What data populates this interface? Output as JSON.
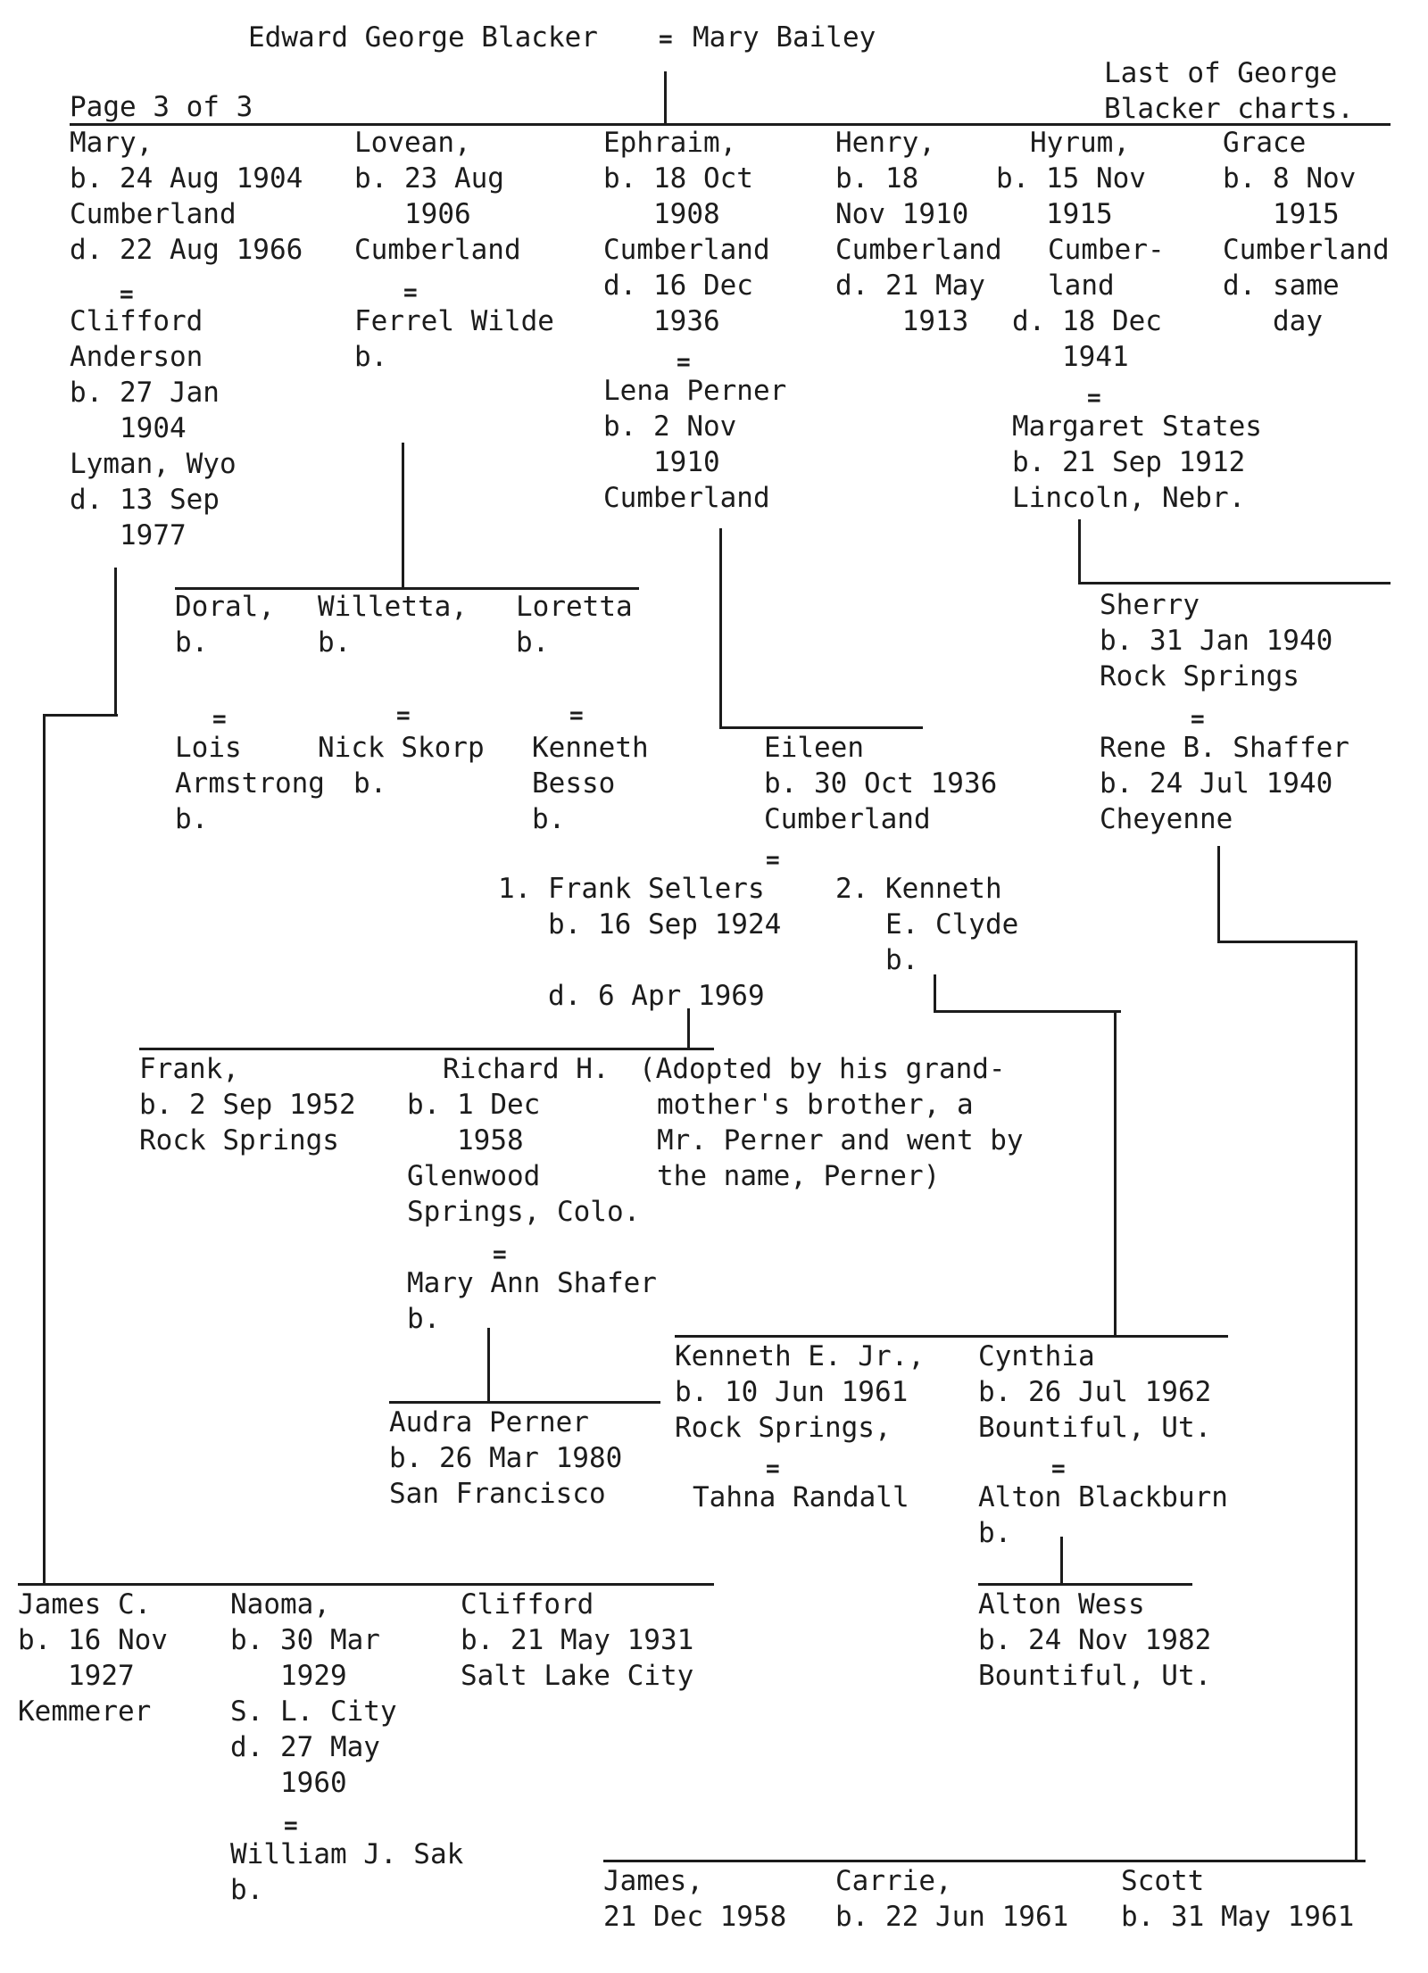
{
  "header": {
    "parents": {
      "father": "Edward George Blacker",
      "eq": "=",
      "mother": "Mary Bailey"
    },
    "page_label": "Page 3 of 3",
    "note": [
      "Last of George",
      "Blacker charts."
    ]
  },
  "symbols": {
    "eq": "="
  },
  "children": {
    "mary": [
      "Mary,",
      "b. 24 Aug 1904",
      "Cumberland",
      "d. 22 Aug 1966"
    ],
    "mary_spouse": [
      "Clifford",
      "Anderson",
      "b. 27 Jan",
      "   1904",
      "Lyman, Wyo",
      "d. 13 Sep",
      "   1977"
    ],
    "lovean": [
      "Lovean,",
      "b. 23 Aug",
      "   1906",
      "Cumberland"
    ],
    "lovean_spouse": [
      "Ferrel Wilde",
      "b."
    ],
    "ephraim": [
      "Ephraim,",
      "b. 18 Oct",
      "   1908",
      "Cumberland",
      "d. 16 Dec",
      "   1936"
    ],
    "ephraim_spouse": [
      "Lena Perner",
      "b. 2 Nov",
      "   1910",
      "Cumberland"
    ],
    "henry": [
      "Henry,",
      "b. 18",
      "Nov 1910",
      "Cumberland",
      "d. 21 May",
      "    1913"
    ],
    "hyrum": [
      "Hyrum,",
      "b. 15 Nov",
      "   1915",
      "Cumber-",
      "land",
      "d. 18 Dec",
      "   1941"
    ],
    "hyrum_spouse": [
      "Margaret States",
      "b. 21 Sep 1912",
      "Lincoln, Nebr."
    ],
    "grace": [
      "Grace",
      "b. 8 Nov",
      "   1915",
      "Cumberland",
      "d. same",
      "   day"
    ]
  },
  "lovean_children": {
    "doral": [
      "Doral,",
      "b."
    ],
    "willetta": [
      "Willetta,",
      "b."
    ],
    "loretta": [
      "Loretta",
      "b."
    ],
    "doral_spouse": [
      "Lois",
      "Armstrong",
      "b."
    ],
    "willetta_spouse": [
      "Nick Skorp",
      "b."
    ],
    "loretta_spouse": [
      "Kenneth",
      "Besso",
      "b."
    ]
  },
  "sherry": {
    "self": [
      "Sherry",
      "b. 31 Jan 1940",
      "Rock Springs"
    ],
    "spouse": [
      "Rene B. Shaffer",
      "b. 24 Jul 1940",
      "Cheyenne"
    ]
  },
  "eileen": {
    "self": [
      "Eileen",
      "b. 30 Oct 1936",
      "Cumberland"
    ],
    "spouse1": [
      "1. Frank Sellers",
      "   b. 16 Sep 1924",
      "",
      "   d. 6 Apr 1969"
    ],
    "spouse2": [
      "2. Kenneth",
      "   E. Clyde",
      "   b."
    ]
  },
  "sellers_children": {
    "frank": [
      "Frank,",
      "b. 2 Sep 1952",
      "Rock Springs"
    ],
    "richard": [
      "Richard H.",
      "b. 1 Dec",
      "   1958",
      "Glenwood",
      "Springs, Colo."
    ],
    "richard_note": [
      "(Adopted by his grand-",
      "mother's brother, a",
      "Mr. Perner and went by",
      "the name, Perner)"
    ],
    "richard_spouse": [
      "Mary Ann Shafer",
      "b."
    ],
    "audra": [
      "Audra Perner",
      "b. 26 Mar 1980",
      "San Francisco"
    ]
  },
  "clyde_children": {
    "kenneth_jr": [
      "Kenneth E. Jr.,",
      "b. 10 Jun 1961",
      "Rock Springs,"
    ],
    "kenneth_jr_spouse": [
      "Tahna Randall"
    ],
    "cynthia": [
      "Cynthia",
      "b. 26 Jul 1962",
      "Bountiful, Ut."
    ],
    "cynthia_spouse": [
      "Alton Blackburn",
      "b."
    ],
    "alton_wess": [
      "Alton Wess",
      "b. 24 Nov 1982",
      "Bountiful, Ut."
    ]
  },
  "anderson_children": {
    "james": [
      "James C.",
      "b. 16 Nov",
      "   1927",
      "Kemmerer"
    ],
    "naoma": [
      "Naoma,",
      "b. 30 Mar",
      "   1929",
      "S. L. City",
      "d. 27 May",
      "   1960"
    ],
    "naoma_spouse": [
      "William J. Sak",
      "b."
    ],
    "clifford": [
      "Clifford",
      "b. 21 May 1931",
      "Salt Lake City"
    ]
  },
  "shaffer_children": {
    "james": [
      "James,",
      "21 Dec 1958"
    ],
    "carrie": [
      "Carrie,",
      "b. 22 Jun 1961"
    ],
    "scott": [
      "Scott",
      "b. 31 May 1961"
    ]
  }
}
